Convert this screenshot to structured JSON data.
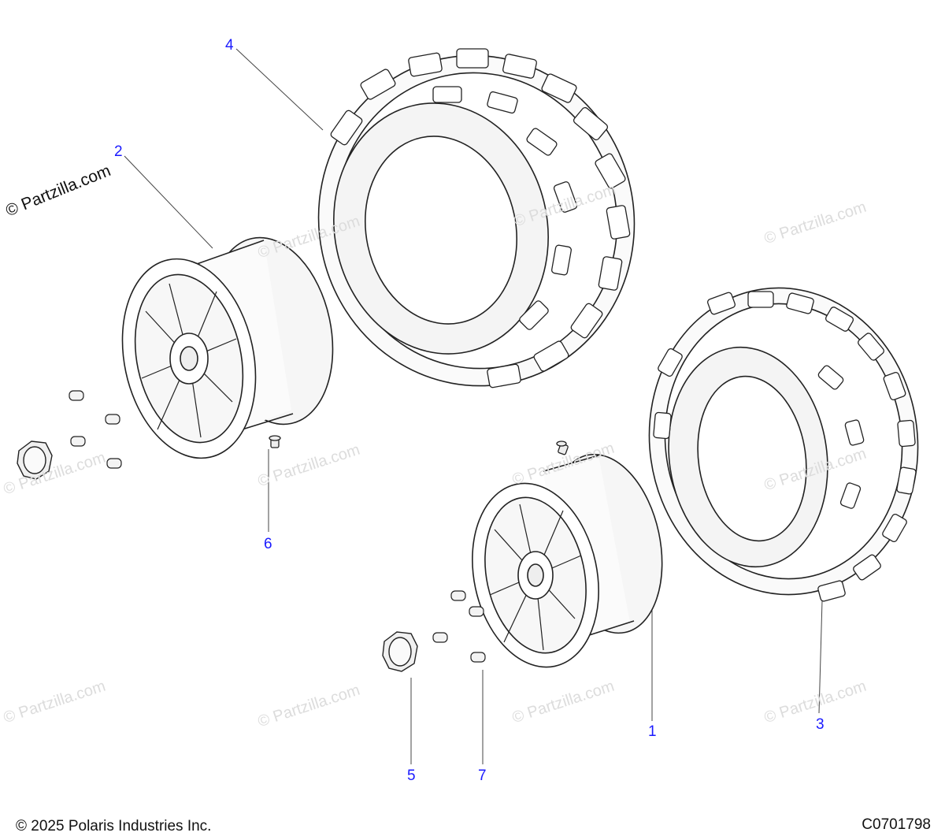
{
  "callouts": {
    "c1": "1",
    "c2": "2",
    "c3": "3",
    "c4": "4",
    "c5": "5",
    "c6": "6",
    "c7": "7"
  },
  "watermark": {
    "main": "© Partzilla.com",
    "faint": "© Partzilla.com"
  },
  "footer": {
    "copyright": "© 2025 Polaris Industries Inc.",
    "diagram_id": "C0701798"
  },
  "colors": {
    "line": "#222222",
    "callout": "#1a1aff",
    "watermark": "#dcdcdc"
  }
}
